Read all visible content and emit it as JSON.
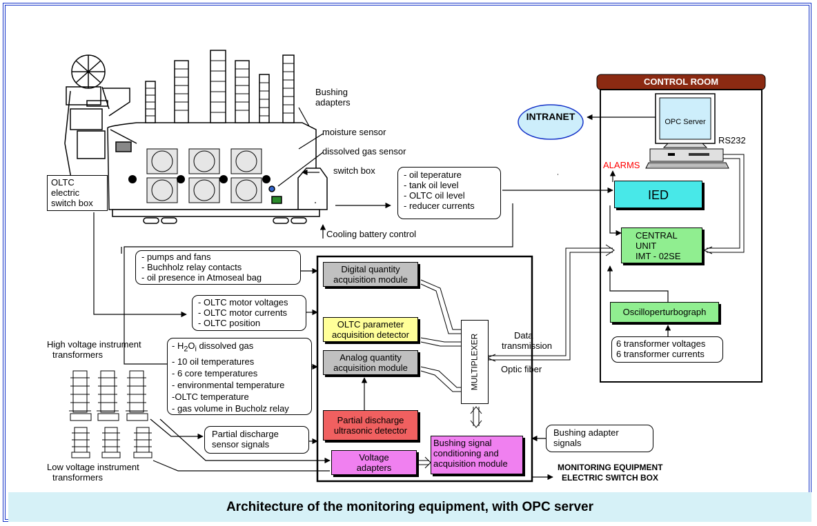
{
  "caption": "Architecture of the monitoring equipment, with OPC server",
  "control_room": {
    "title": "CONTROL ROOM",
    "intranet": "INTRANET",
    "opc_server": "OPC Server",
    "rs232": "RS232",
    "alarms": "ALARMS",
    "ied": "IED",
    "central_unit": [
      "CENTRAL",
      "UNIT",
      "IMT - 02SE"
    ],
    "oscillo": "Oscilloperturbograph",
    "transformer_signals": [
      "6 transformer voltages",
      "6 transformer currents"
    ]
  },
  "transformer_labels": {
    "bushing_adapters": [
      "Bushing",
      "adapters"
    ],
    "moisture_sensor": "moisture sensor",
    "dissolved_gas_sensor": "dissolved gas sensor",
    "switch_box": "switch box",
    "oltc_box": [
      "OLTC",
      "electric",
      "switch box"
    ],
    "cooling_control": "Cooling battery control"
  },
  "signal_groups": {
    "oil": [
      "- oil teperature",
      "- tank oil level",
      "- OLTC oil level",
      "- reducer currents"
    ],
    "pumps": [
      "- pumps and fans",
      "- Buchholz relay contacts",
      "- oil presence in Atmoseal bag"
    ],
    "oltc_motor": [
      "- OLTC motor voltages",
      "- OLTC motor currents",
      "- OLTC position"
    ],
    "temps_prefix": "- H",
    "temps_sub_2": "2",
    "temps_o": "O",
    "temps_sub_i": "i",
    "temps_first_rest": " dissolved gas",
    "temps": [
      "- 10 oil temperatures",
      "- 6 core temperatures",
      "- environmental temperature",
      "-OLTC temperature",
      "- gas volume in Bucholz relay"
    ],
    "partial_discharge": [
      "Partial discharge",
      "sensor signals"
    ],
    "bushing_signals": [
      "Bushing adapter",
      "signals"
    ]
  },
  "modules": {
    "digital": [
      "Digital quantity",
      "acquisition module"
    ],
    "oltc_param": [
      "OLTC parameter",
      "acquisition detector"
    ],
    "analog": [
      "Analog quantity",
      "acquisition module"
    ],
    "partial_det": [
      "Partial discharge",
      "ultrasonic detector"
    ],
    "voltage_adapters": [
      "Voltage",
      "adapters"
    ],
    "bushing_mod": [
      "Bushing signal",
      "conditioning and",
      "acquisition module"
    ],
    "multiplexer": "MULTIPLEXER"
  },
  "instrument_transformers": {
    "high": [
      "High voltage instrument",
      "transformers"
    ],
    "low": [
      "Low voltage instrument",
      "transformers"
    ]
  },
  "links": {
    "data_transmission": [
      "Data",
      "transmission"
    ],
    "optic_fiber": "Optic fiber"
  },
  "monitoring_box": [
    "MONITORING EQUIPMENT",
    "ELECTRIC SWITCH BOX"
  ],
  "colors": {
    "frame": "#1533c8",
    "caption_bg": "#d6f1f7",
    "control_room_roof": "#8b2a12",
    "ied": "#48e8e8",
    "central_unit": "#90ee90",
    "oscillo": "#90ee90",
    "digital_module": "#c0c0c0",
    "oltc_module": "#ffff99",
    "analog_module": "#c0c0c0",
    "partial_module": "#f06060",
    "pink_modules": "#f080f0",
    "intranet": "#cdeefb",
    "alarms": "#ff0000"
  }
}
